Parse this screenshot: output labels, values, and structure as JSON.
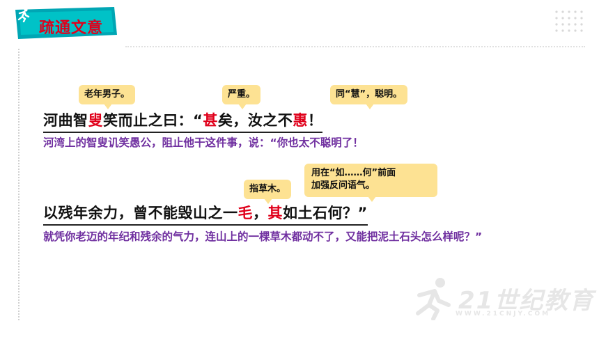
{
  "banner": {
    "title": "疏通文意",
    "colors": {
      "accent": "#00a6b4",
      "title": "#e0001b"
    },
    "icon": "runner-icon"
  },
  "notes": {
    "n1": "老年男子。",
    "n2": "严重。",
    "n3": "同“慧”，聪明。",
    "n4": "指草木。",
    "n5_line1": "用在“如……何”前面",
    "n5_line2": "加强反问语气。"
  },
  "sentence1": {
    "p1": "河曲智",
    "h1": "叟",
    "p2": "笑而止之曰：“",
    "h2": "甚",
    "p3": "矣，汝之不",
    "h3": "惠",
    "p4": "！"
  },
  "translation1": "河湾上的智叟讥笑愚公，阻止他干这件事，说：“你也太不聪明了！",
  "sentence2": {
    "p1": "以残年余力，曾不能毁山之一",
    "h1": "毛",
    "p2": "，",
    "h2": "其",
    "p3": "如土石何？”"
  },
  "translation2": "就凭你老迈的年纪和残余的气力，连山上的一棵草木都动不了，又能把泥土石头怎么样呢？”",
  "watermark": {
    "text": "21世纪教育",
    "url": "WWW.21CNJY.COM"
  }
}
